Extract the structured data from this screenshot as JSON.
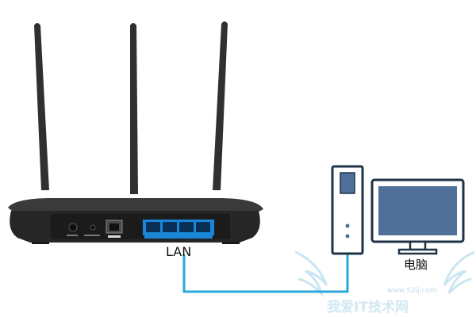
{
  "labels": {
    "lan": "LAN",
    "computer": "电脑"
  },
  "watermark": {
    "main": "我爱IT技术网",
    "url": "www.52ij.com"
  },
  "colors": {
    "background": "#ffffff",
    "router_body": "#2a2a2a",
    "antenna": "#303030",
    "lan_ports": "#1a86d6",
    "cable": "#2aa9dc",
    "computer_fill": "#4e7099",
    "computer_outline": "#1f3347"
  }
}
